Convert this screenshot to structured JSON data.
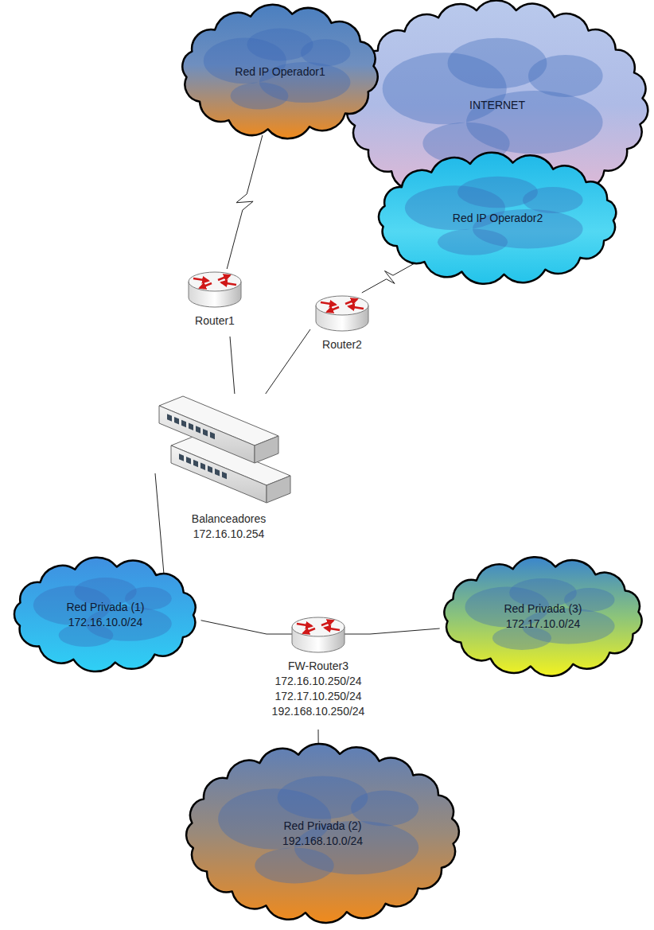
{
  "diagram": {
    "nodes": [
      {
        "text": [
          "Red IP Operador1"
        ]
      },
      {
        "text": [
          "INTERNET"
        ]
      },
      {
        "text": [
          "Red IP Operador2"
        ]
      },
      {
        "text": [
          "Router1"
        ]
      },
      {
        "text": [
          "Router2"
        ]
      },
      {
        "text": [
          "Balanceadores",
          "172.16.10.254"
        ]
      },
      {
        "text": [
          "Red Privada (1)",
          "172.16.10.0/24"
        ]
      },
      {
        "text": [
          "FW-Router3",
          "172.16.10.250/24",
          "172.17.10.250/24",
          "192.168.10.250/24"
        ]
      },
      {
        "text": [
          "Red Privada (3)",
          "172.17.10.0/24"
        ]
      },
      {
        "text": [
          "Red Privada (2)",
          "192.168.10.0/24"
        ]
      }
    ],
    "edges": [
      {
        "from": 0,
        "to": 3,
        "arrow": "none"
      },
      {
        "from": 2,
        "to": 4,
        "arrow": "none"
      },
      {
        "from": 3,
        "to": 5,
        "arrow": "none"
      },
      {
        "from": 4,
        "to": 5,
        "arrow": "none"
      },
      {
        "from": 5,
        "to": 6,
        "arrow": "none"
      },
      {
        "from": 6,
        "to": 7,
        "arrow": "none"
      },
      {
        "from": 7,
        "to": 8,
        "arrow": "none"
      },
      {
        "from": 7,
        "to": 9,
        "arrow": "none"
      }
    ]
  }
}
